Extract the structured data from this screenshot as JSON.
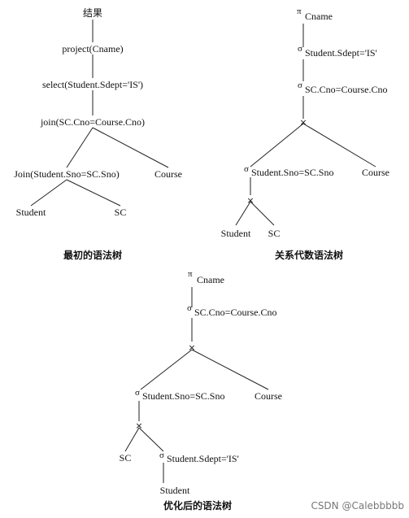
{
  "tree1": {
    "root": "结果",
    "project": "project(Cname)",
    "select": "select(Student.Sdept='IS')",
    "join_top": "join(SC.Cno=Course.Cno)",
    "join_left": "Join(Student.Sno=SC.Sno)",
    "course": "Course",
    "student": "Student",
    "sc": "SC",
    "caption": "最初的语法树"
  },
  "tree2": {
    "pi_symbol": "π",
    "pi_attr": "Cname",
    "sigma_symbol": "σ",
    "sel_sdept": "Student.Sdept='IS'",
    "sel_cno": "SC.Cno=Course.Cno",
    "times_symbol": "×",
    "sel_sno": "Student.Sno=SC.Sno",
    "course": "Course",
    "student": "Student",
    "sc": "SC",
    "caption": "关系代数语法树"
  },
  "tree3": {
    "pi_symbol": "π",
    "pi_attr": "Cname",
    "sigma_symbol": "σ",
    "sel_cno": "SC.Cno=Course.Cno",
    "times_symbol": "×",
    "sel_sno": "Student.Sno=SC.Sno",
    "course": "Course",
    "sc": "SC",
    "sel_sdept": "Student.Sdept='IS'",
    "student": "Student",
    "caption": "优化后的语法树"
  },
  "watermark": "CSDN @Calebbbbb"
}
